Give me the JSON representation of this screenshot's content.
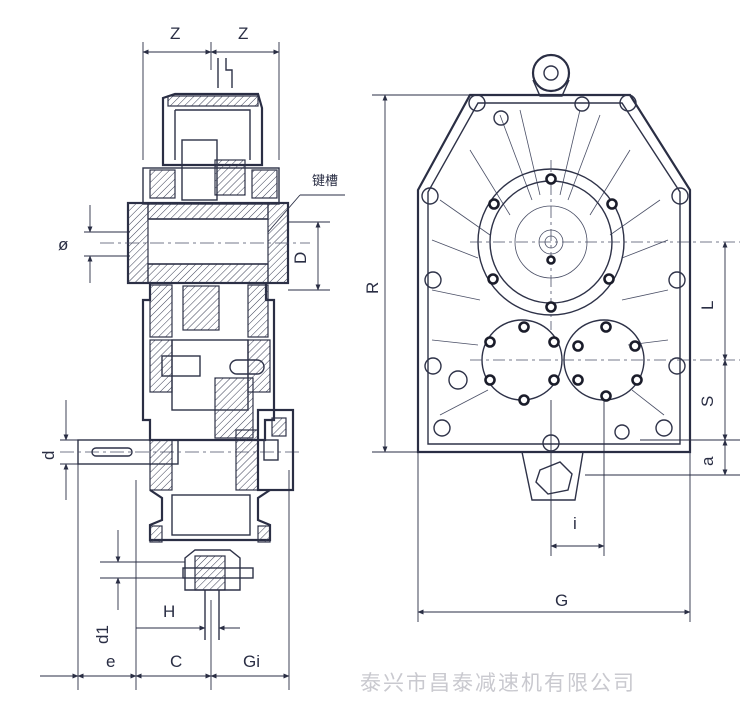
{
  "labels": {
    "z_left": "Z",
    "z_right": "Z",
    "keyway": "键槽",
    "phi": "ø",
    "D": "D",
    "d": "d",
    "d1": "d1",
    "e": "e",
    "C": "C",
    "Gi": "Gi",
    "H": "H",
    "R": "R",
    "L": "L",
    "S": "S",
    "a": "a",
    "i": "i",
    "G": "G"
  },
  "watermark": "泰兴市昌泰减速机有限公司"
}
